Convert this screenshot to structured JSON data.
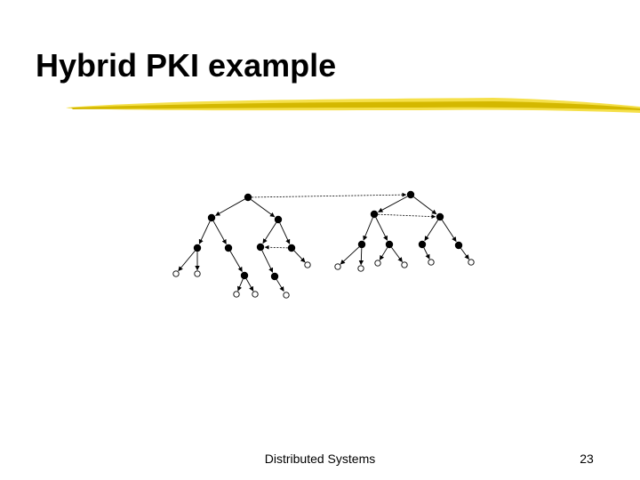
{
  "slide": {
    "title": "Hybrid PKI example",
    "footer": "Distributed Systems",
    "page_number": "23"
  },
  "colors": {
    "underline_light": "#f5e04a",
    "underline_dark": "#d4b800",
    "node_filled": "#000000",
    "node_leaf": "#ffffff"
  },
  "diagram": {
    "nodes": [
      {
        "id": "A",
        "type": "filled"
      },
      {
        "id": "B",
        "type": "filled"
      },
      {
        "id": "C",
        "type": "filled"
      },
      {
        "id": "D",
        "type": "filled"
      },
      {
        "id": "E",
        "type": "filled"
      },
      {
        "id": "F",
        "type": "filled"
      },
      {
        "id": "G",
        "type": "filled"
      },
      {
        "id": "H",
        "type": "filled"
      },
      {
        "id": "I",
        "type": "filled"
      },
      {
        "id": "l1",
        "type": "leaf"
      },
      {
        "id": "l2",
        "type": "leaf"
      },
      {
        "id": "l3",
        "type": "leaf"
      },
      {
        "id": "l4",
        "type": "leaf"
      },
      {
        "id": "l5",
        "type": "leaf"
      },
      {
        "id": "P",
        "type": "filled"
      },
      {
        "id": "Q",
        "type": "filled"
      },
      {
        "id": "R",
        "type": "filled"
      },
      {
        "id": "S",
        "type": "filled"
      },
      {
        "id": "T",
        "type": "filled"
      },
      {
        "id": "U",
        "type": "filled"
      },
      {
        "id": "V",
        "type": "filled"
      },
      {
        "id": "m1",
        "type": "leaf"
      },
      {
        "id": "m2",
        "type": "leaf"
      },
      {
        "id": "m3",
        "type": "leaf"
      },
      {
        "id": "m4",
        "type": "leaf"
      },
      {
        "id": "m5",
        "type": "leaf"
      },
      {
        "id": "m6",
        "type": "leaf"
      }
    ],
    "edges": [
      {
        "from": "A",
        "to": "B"
      },
      {
        "from": "A",
        "to": "C"
      },
      {
        "from": "B",
        "to": "D"
      },
      {
        "from": "B",
        "to": "E"
      },
      {
        "from": "D",
        "to": "l1"
      },
      {
        "from": "D",
        "to": "l2"
      },
      {
        "from": "E",
        "to": "F"
      },
      {
        "from": "F",
        "to": "l3"
      },
      {
        "from": "F",
        "to": "l4"
      },
      {
        "from": "C",
        "to": "G"
      },
      {
        "from": "C",
        "to": "H"
      },
      {
        "from": "G",
        "to": "I"
      },
      {
        "from": "H",
        "to": "l5"
      },
      {
        "from": "P",
        "to": "Q"
      },
      {
        "from": "P",
        "to": "R"
      },
      {
        "from": "Q",
        "to": "S"
      },
      {
        "from": "Q",
        "to": "T"
      },
      {
        "from": "R",
        "to": "U"
      },
      {
        "from": "R",
        "to": "V"
      },
      {
        "from": "S",
        "to": "m1"
      },
      {
        "from": "S",
        "to": "m2"
      },
      {
        "from": "T",
        "to": "m3"
      },
      {
        "from": "T",
        "to": "m4"
      },
      {
        "from": "U",
        "to": "m5"
      },
      {
        "from": "V",
        "to": "m6"
      }
    ],
    "cross_links": [
      {
        "from": "A",
        "to": "P"
      },
      {
        "from": "Q",
        "to": "R"
      },
      {
        "from": "H",
        "to": "G"
      }
    ]
  }
}
